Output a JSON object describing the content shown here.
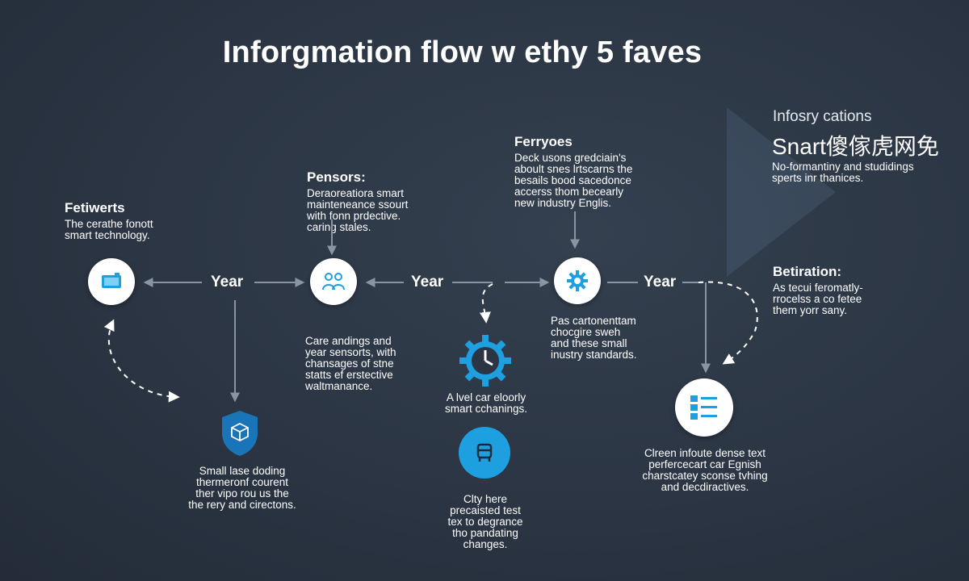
{
  "title": "Inforgmation flow w ethy 5 faves",
  "colors": {
    "accent": "#1e9fe0",
    "background": "#2b3543",
    "line": "#8a95a3"
  },
  "right_panel": {
    "subtitle": "Infosry cations",
    "heading": "Snart傻傢虎网免",
    "lines": [
      "No-formantiny and studidings",
      "sperts inr thanices."
    ]
  },
  "block_left": {
    "title": "Fetiwerts",
    "lines": [
      "The cerathe fonott",
      "smart technology."
    ]
  },
  "block_pensors": {
    "title": "Pensors:",
    "lines": [
      "Deraoreatiora smart",
      "mainteneance ssourt",
      "with fonn prdective.",
      "caring stales."
    ]
  },
  "block_ferryoes": {
    "title": "Ferryoes",
    "lines": [
      "Deck usons gredciain's",
      "aboult snes lrtscarns the",
      "besails bood sacedonce",
      "accerss thom becearly",
      "new industry Englis."
    ]
  },
  "block_betiration": {
    "title": "Betiration:",
    "lines": [
      "As tecui feromatly-",
      "rrocelss a co fetee",
      "them yorr sany."
    ]
  },
  "year_labels": [
    "Year",
    "Year",
    "Year"
  ],
  "nodes": [
    {
      "icon": "tablet-icon"
    },
    {
      "icon": "people-icon"
    },
    {
      "icon": "gear-icon"
    },
    {
      "icon": "checklist-icon"
    }
  ],
  "shield": {
    "icon": "shield-cube-icon"
  },
  "gauge": {
    "icon": "clock-gear-icon"
  },
  "vehicle": {
    "icon": "car-icon"
  },
  "text_shield": [
    "Small lase doding",
    "thermeronf courent",
    "ther vipo rou us the",
    "the rery and cirectons."
  ],
  "text_sensors": [
    "Care andings and",
    "year sensorts, with",
    "chansages of stne",
    "statts ef erstective",
    "waltmanance."
  ],
  "text_gauge": [
    "A lvel car eloorly",
    "smart cchanings."
  ],
  "text_vehicle": [
    "Clty here",
    "precaisted test",
    "tex to degrance",
    "tho pandating",
    "changes."
  ],
  "text_gear": [
    "Pas cartonenttam",
    "chocgire sweh",
    "and these small",
    "inustry standards."
  ],
  "text_checklist": [
    "Clreen infoute dense text",
    "perfercecart car Egnish",
    "charstcatey sconse tvhing",
    "and decdiractives."
  ]
}
